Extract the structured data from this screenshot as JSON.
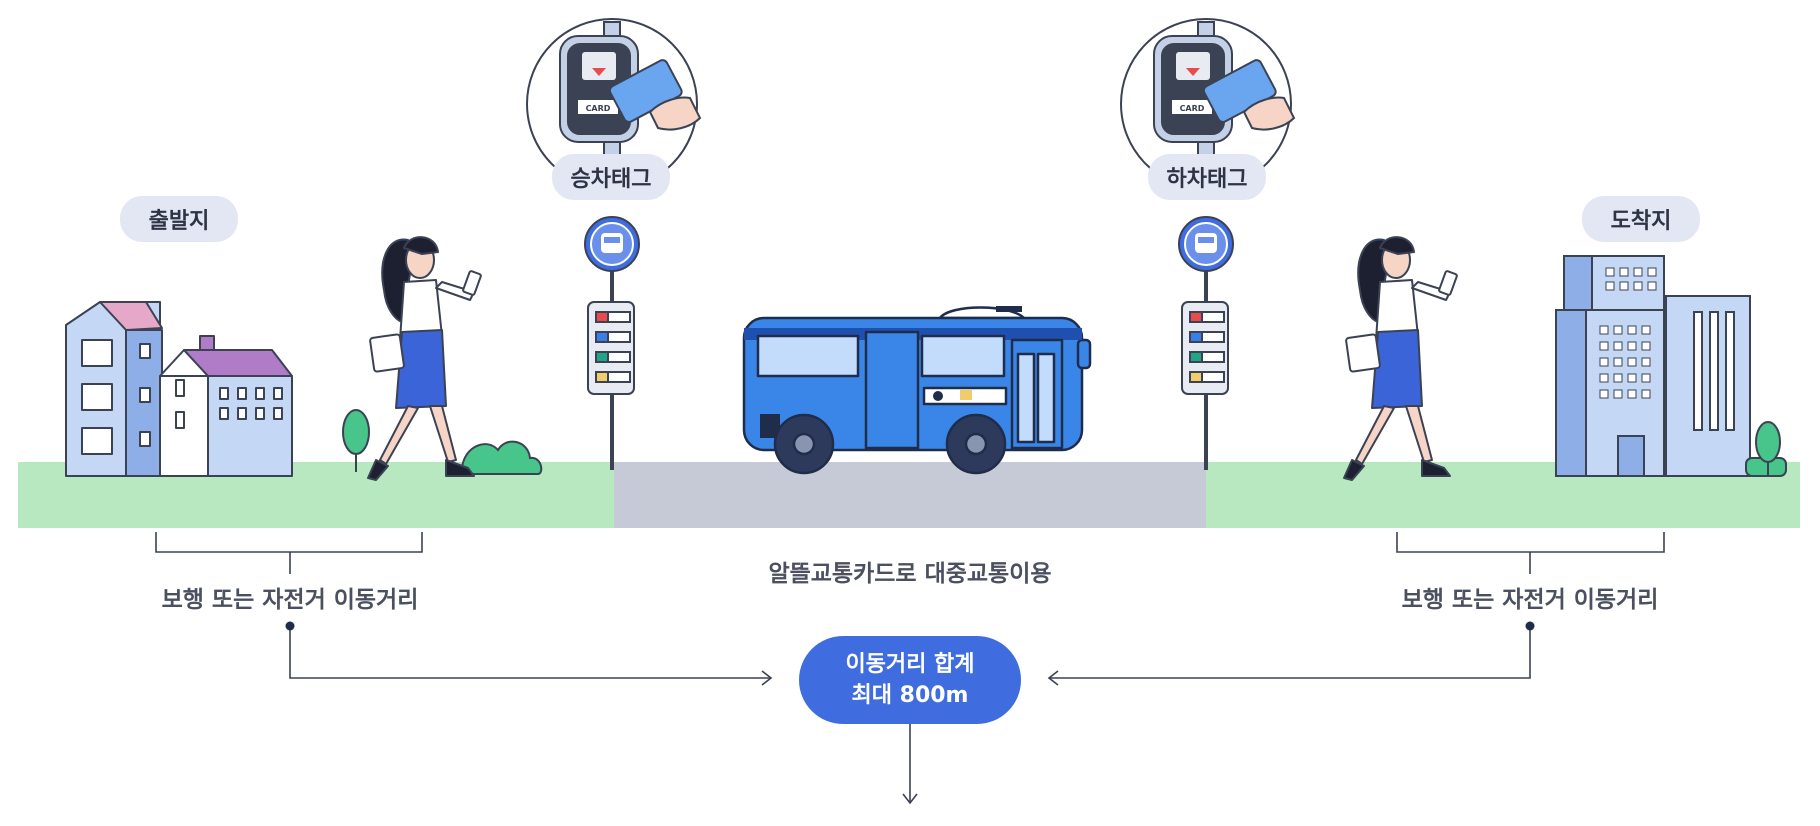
{
  "labels": {
    "origin": "출발지",
    "destination": "도착지",
    "board_tag": "승차태그",
    "alight_tag": "하차태그",
    "walk_left": "보행 또는 자전거 이동거리",
    "walk_right": "보행 또는 자전거 이동거리",
    "transit": "알뜰교통카드로 대중교통이용",
    "total_line1": "이동거리 합계",
    "total_line2": "최대 800m"
  },
  "card_text": "CARD",
  "icons": [
    "bus-stop-icon",
    "card-reader-icon",
    "card-icon",
    "bus-icon",
    "person-icon",
    "tree-icon",
    "building-icon",
    "arrow-icon"
  ],
  "colors": {
    "grass": "#b8e8c0",
    "road": "#c5cad6",
    "pill": "#e3e7f4",
    "accent_blue": "#3f6ddf",
    "bus_blue": "#3a86e8",
    "line": "#3b4254"
  }
}
